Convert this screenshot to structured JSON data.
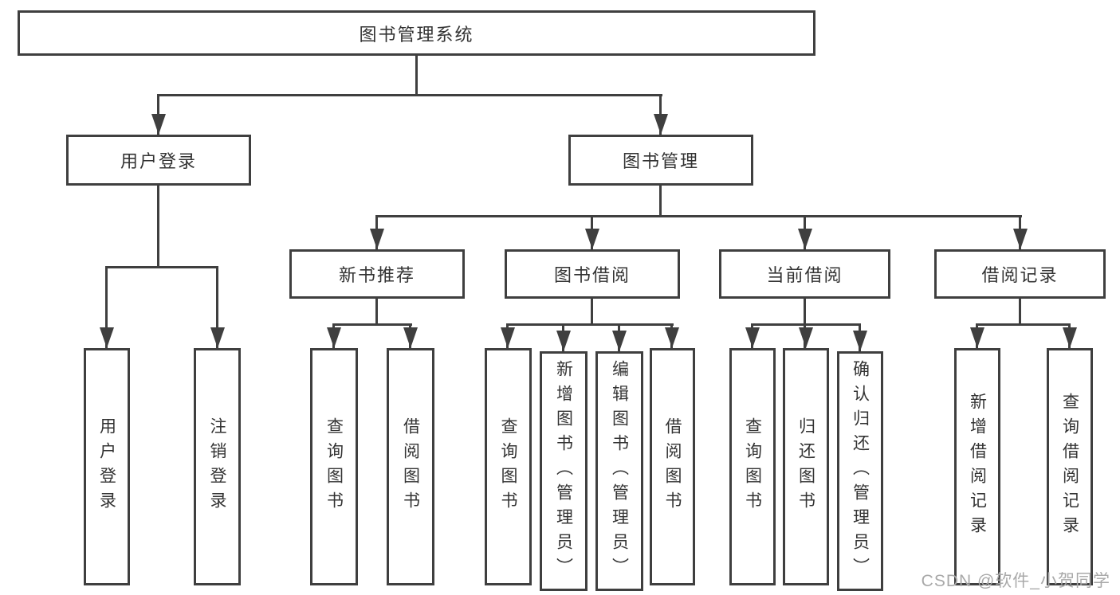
{
  "colors": {
    "background": "#ffffff",
    "line": "#3f3f3f",
    "text": "#333333",
    "watermark": "#a9a9a9"
  },
  "nodes": {
    "root": "图书管理系统",
    "user_login": "用户登录",
    "book_management": "图书管理",
    "new_book_recommend": "新书推荐",
    "book_borrow": "图书借阅",
    "current_borrow": "当前借阅",
    "borrow_records": "借阅记录"
  },
  "leaves": {
    "user_login_login": "用户登录",
    "user_login_logout": "注销登录",
    "recommend_query_books": "查询图书",
    "recommend_borrow_books": "借阅图书",
    "borrow_query_books": "查询图书",
    "borrow_add_books": "新增图书（管理员）",
    "borrow_edit_books": "编辑图书（管理员）",
    "borrow_borrow_books": "借阅图书",
    "current_query_books": "查询图书",
    "current_return_books": "归还图书",
    "current_confirm_return": "确认归还（管理员）",
    "records_add_record": "新增借阅记录",
    "records_query_record": "查询借阅记录"
  },
  "watermark": "CSDN @软件_小贺同学"
}
